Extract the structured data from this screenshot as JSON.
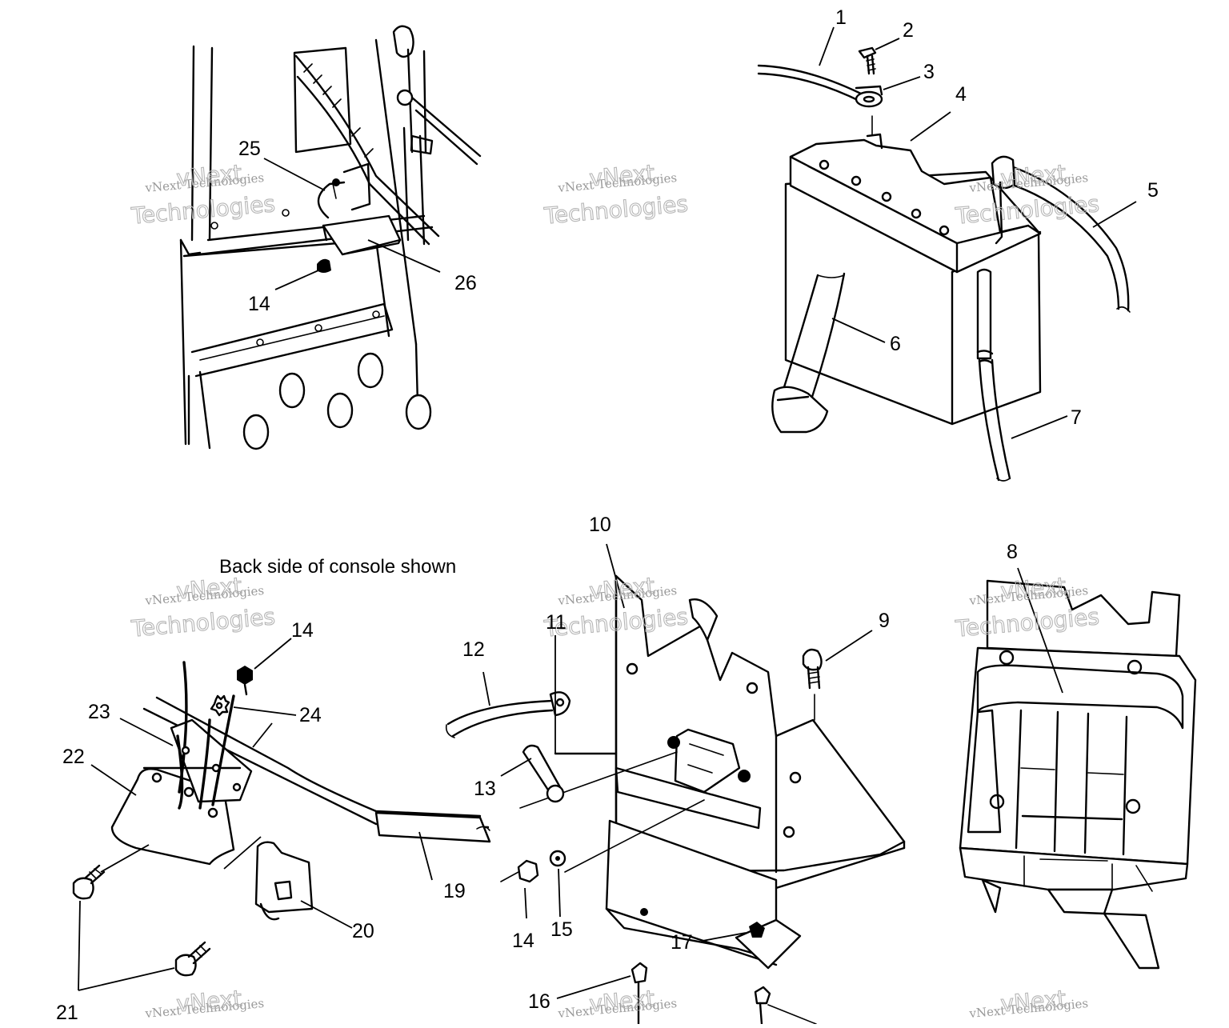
{
  "caption": "Back side of console shown",
  "callouts": [
    "1",
    "2",
    "3",
    "4",
    "5",
    "6",
    "7",
    "8",
    "9",
    "10",
    "11",
    "12",
    "13",
    "14",
    "14",
    "14",
    "15",
    "16",
    "17",
    "19",
    "20",
    "21",
    "22",
    "23",
    "24",
    "25",
    "26"
  ],
  "watermark": {
    "line1": "vNext Technologies",
    "line2": "vNext",
    "line3": "Technologies"
  }
}
